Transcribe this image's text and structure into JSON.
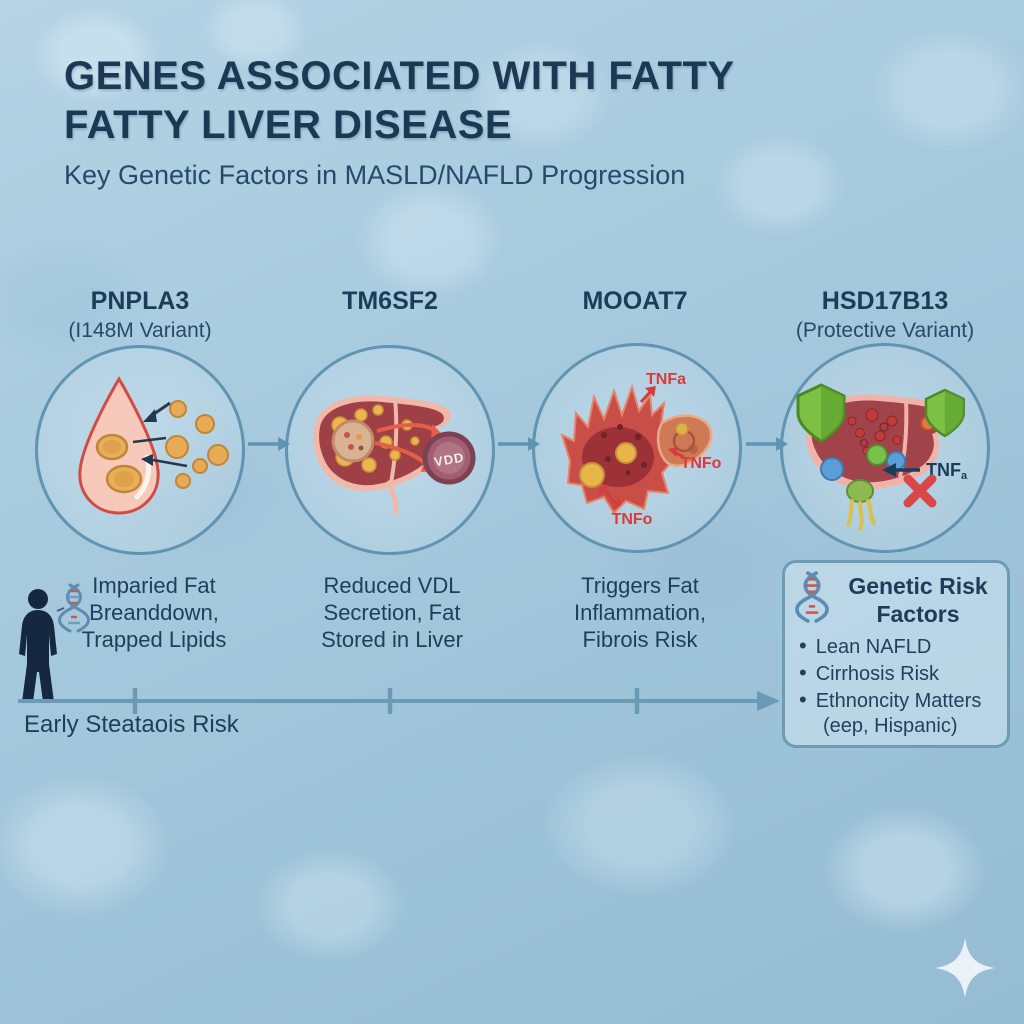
{
  "header": {
    "title_line1": "GENES ASSOCIATED WITH FATTY",
    "title_line2": "FATTY LIVER DISEASE",
    "subtitle": "Key Genetic Factors in MASLD/NAFLD Progression"
  },
  "genes": [
    {
      "name": "PNPLA3",
      "variant": "(I148M Variant)",
      "desc_lines": [
        "Imparied Fat",
        "Breanddown,",
        "Trapped Lipids"
      ]
    },
    {
      "name": "TM6SF2",
      "variant": "",
      "desc_lines": [
        "Reduced VDL",
        "Secretion, Fat",
        "Stored in Liver"
      ],
      "illustration_label": "VDD"
    },
    {
      "name": "MOOAT7",
      "variant": "",
      "desc_lines": [
        "Triggers Fat",
        "Inflammation,",
        "Fibrois Risk"
      ],
      "labels": {
        "top": "TNFa",
        "right": "TNFo",
        "bottom": "TNFo"
      }
    },
    {
      "name": "HSD17B13",
      "variant": "(Protective Variant)",
      "labels": {
        "tnf_prefix": "TNF",
        "tnf_sub": "a"
      }
    }
  ],
  "timeline": {
    "label": "Early Steataois Risk"
  },
  "risk_box": {
    "title_line1": "Genetic Risk",
    "title_line2": "Factors",
    "bullets": [
      {
        "text": "Lean NAFLD",
        "sub": ""
      },
      {
        "text": "Cirrhosis Risk",
        "sub": ""
      },
      {
        "text": "Ethnoncity Matters",
        "sub": "(eep, Hispanic)"
      }
    ]
  },
  "icons": {
    "dna": "dna-helix-icon",
    "person": "person-silhouette-icon",
    "shield": "shield-icon",
    "sparkle": "sparkle-watermark-icon"
  },
  "colors": {
    "background": "#a4c8dc",
    "title_text": "#1b3854",
    "body_text": "#1e3e5c",
    "circle_stroke": "#6094b2",
    "arrow_blue": "#6b9ab6",
    "tnf_red": "#d63c3c",
    "liver_red": "#a0434a",
    "liver_rim_pink": "#f1b5a9",
    "fat_yellow": "#e8b24e",
    "shield_green": "#7cc144",
    "vdd_maroon": "#a15e70",
    "x_red": "#d84848"
  }
}
